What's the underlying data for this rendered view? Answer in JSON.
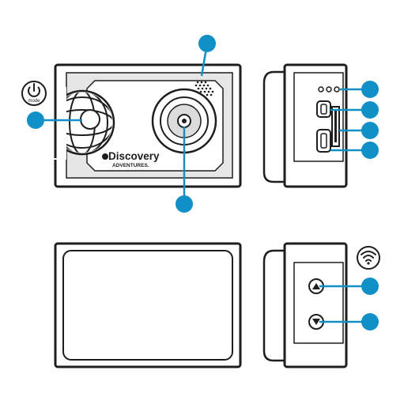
{
  "brand": {
    "name": "Discovery",
    "tagline": "ADVENTURES."
  },
  "labels": {
    "mode": "mode"
  },
  "colors": {
    "outline": "#1e1e1e",
    "body_fill": "#ffffff",
    "panel_fill": "#e6e6e6",
    "callout": "#1190c8",
    "lens_ring": "#dcdcdc"
  },
  "icons": {
    "power_mode": "power-mode-icon",
    "wifi": "wifi-icon",
    "up": "up-arrow-icon",
    "down": "down-arrow-icon"
  }
}
